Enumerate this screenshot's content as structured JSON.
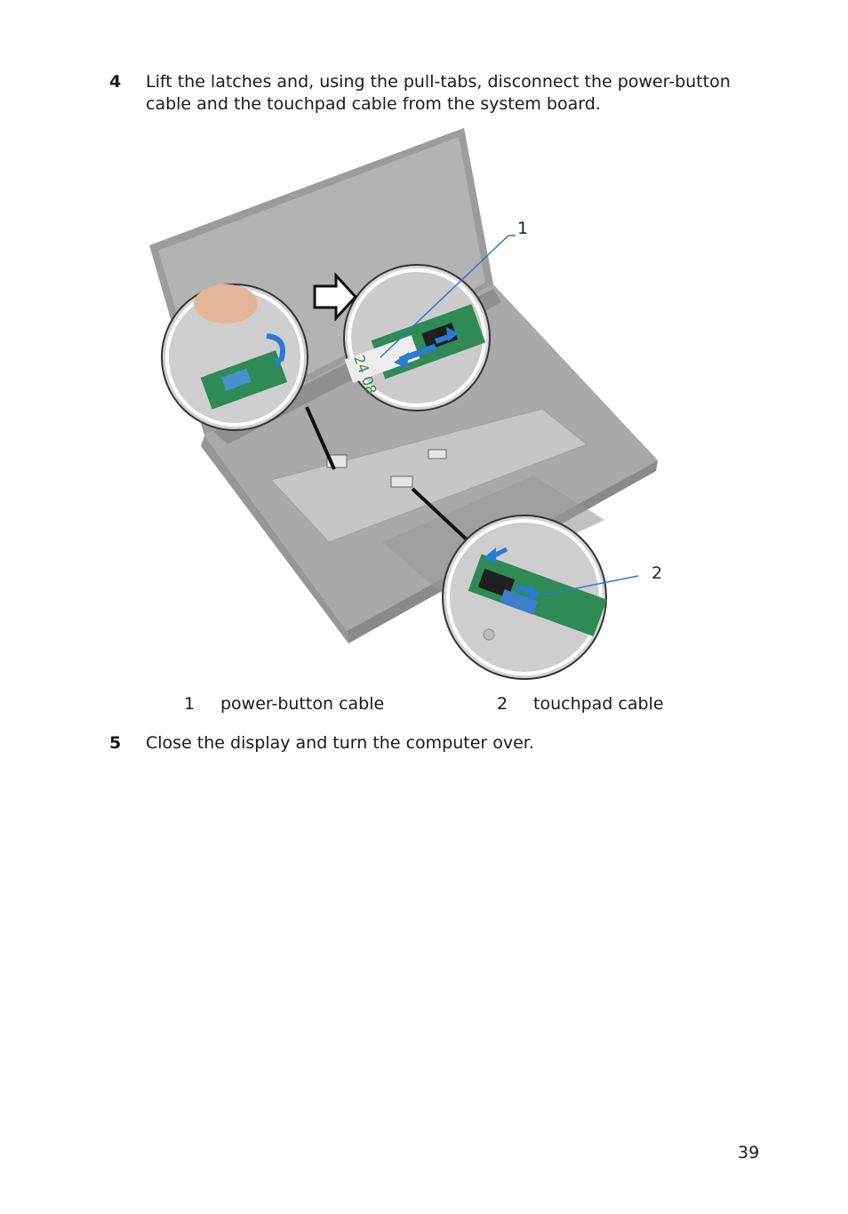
{
  "steps": [
    {
      "number": "4",
      "text": "Lift the latches and, using the pull-tabs, disconnect the power-button cable and the touchpad cable from the system board."
    },
    {
      "number": "5",
      "text": "Close the display and turn the computer over."
    }
  ],
  "figure": {
    "callouts": [
      "1",
      "2"
    ],
    "connector_label": "24 08"
  },
  "legend": [
    {
      "number": "1",
      "label": "power-button cable"
    },
    {
      "number": "2",
      "label": "touchpad cable"
    }
  ],
  "page_number": "39"
}
